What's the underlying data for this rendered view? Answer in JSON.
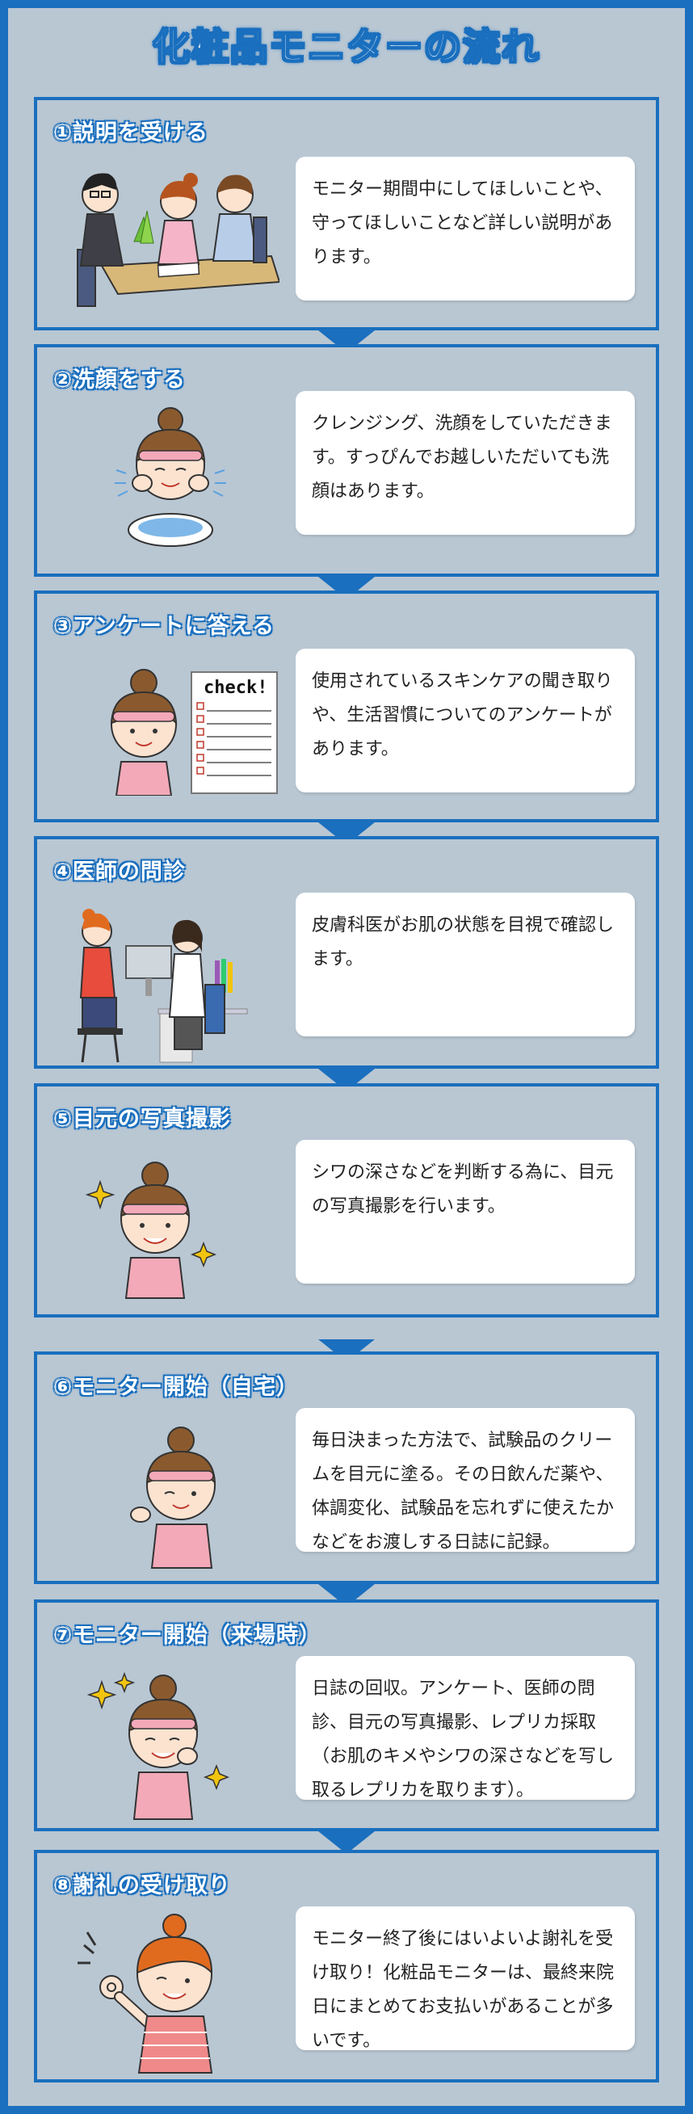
{
  "page": {
    "title": "化粧品モニターの流れ"
  },
  "colors": {
    "frame": "#1a6fbe",
    "background": "#b9c7d3",
    "card": "#ffffff"
  },
  "steps": [
    {
      "title": "①説明を受ける",
      "body": "モニター期間中にしてほしいことや、守ってほしいことなど詳しい説明があります。",
      "illustration": "meeting-illustration"
    },
    {
      "title": "②洗顔をする",
      "body": "クレンジング、洗顔をしていただきます。すっぴんでお越しいただいても洗顔はあります。",
      "illustration": "face-wash-illustration"
    },
    {
      "title": "③アンケートに答える",
      "body": "使用されているスキンケアの聞き取りや、生活習慣についてのアンケートがあります。",
      "illustration": "questionnaire-illustration",
      "checklist_heading": "check!"
    },
    {
      "title": "④医師の問診",
      "body": "皮膚科医がお肌の状態を目視で確認します。",
      "illustration": "doctor-consultation-illustration"
    },
    {
      "title": "⑤目元の写真撮影",
      "body": "シワの深さなどを判断する為に、目元の写真撮影を行います。",
      "illustration": "eye-photo-illustration"
    },
    {
      "title": "⑥モニター開始（自宅）",
      "body": "毎日決まった方法で、試験品のクリームを目元に塗る。その日飲んだ薬や、体調変化、試験品を忘れずに使えたかなどをお渡しする日誌に記録。",
      "illustration": "home-cream-illustration"
    },
    {
      "title": "⑦モニター開始（来場時）",
      "body": "日誌の回収。アンケート、医師の問診、目元の写真撮影、レプリカ採取（お肌のキメやシワの深さなどを写し取るレプリカを取ります）。",
      "illustration": "clinic-visit-illustration"
    },
    {
      "title": "⑧謝礼の受け取り",
      "body": "モニター終了後にはいよいよ謝礼を受け取り！化粧品モニターは、最終来院日にまとめてお支払いがあることが多いです。",
      "illustration": "reward-ok-illustration"
    }
  ]
}
